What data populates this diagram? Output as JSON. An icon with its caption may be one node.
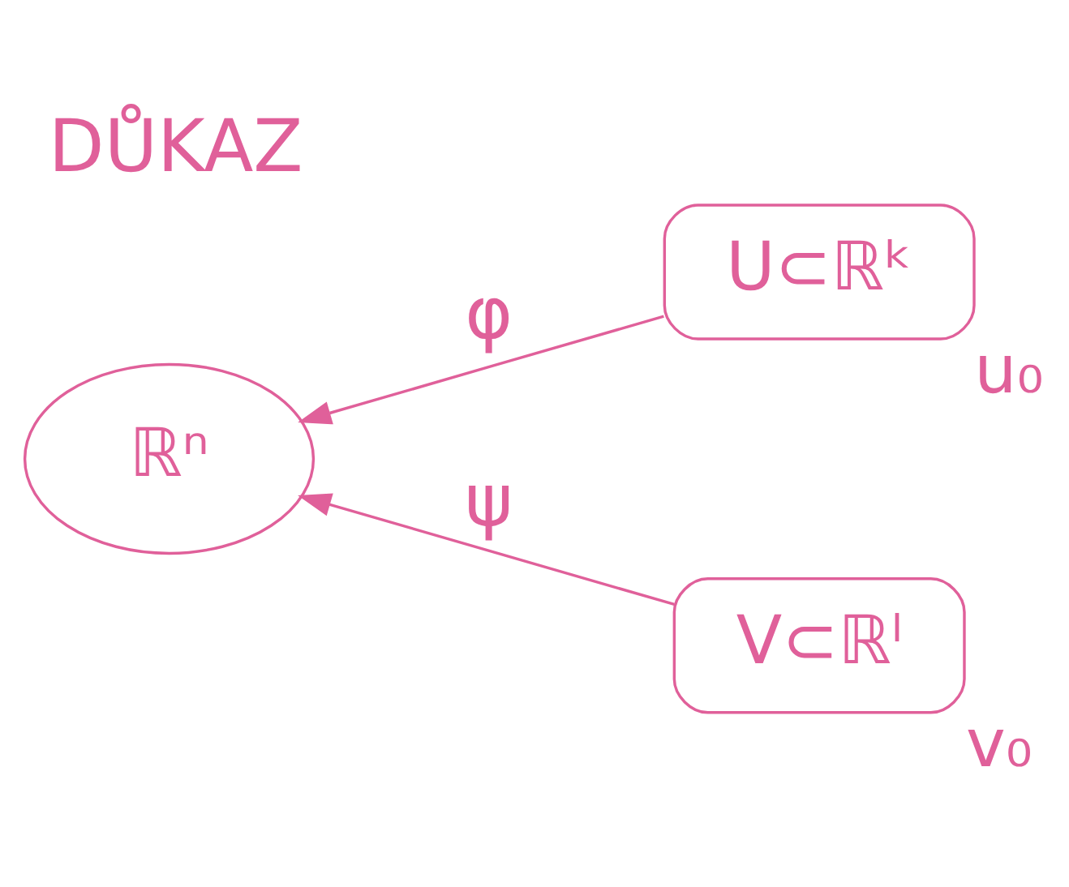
{
  "diagram": {
    "title": "DŮKAZ",
    "nodes": [
      {
        "text": [
          "U⊂ℝᵏ"
        ],
        "beside": [
          "u₀"
        ]
      },
      {
        "text": [
          "ℝⁿ"
        ]
      },
      {
        "text": [
          "V⊂ℝˡ"
        ],
        "beside": [
          "v₀"
        ]
      }
    ],
    "edges": [
      {
        "from": 0,
        "to": 1,
        "arrow": "to",
        "label": "φ"
      },
      {
        "from": 2,
        "to": 1,
        "arrow": "to",
        "label": "ψ"
      }
    ]
  }
}
